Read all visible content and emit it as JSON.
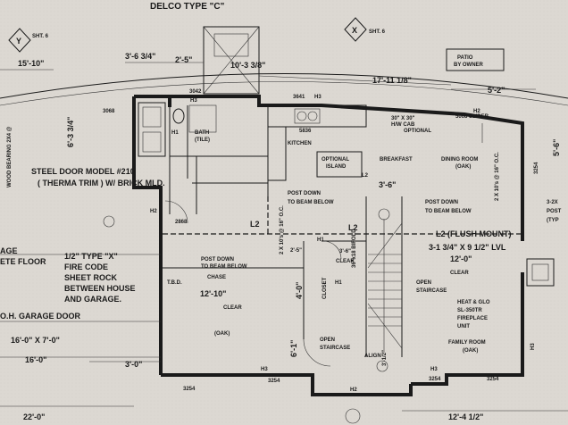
{
  "title_top": "DELCO TYPE \"C\"",
  "sheet_y": {
    "letter": "Y",
    "ref": "SHT. 6"
  },
  "sheet_x": {
    "letter": "X",
    "ref": "SHT. 6"
  },
  "patio": "PATIO\nBY OWNER",
  "dims": {
    "d_15_10": "15'-10\"",
    "d_3_6_3_4": "3'-6 3/4\"",
    "d_2_5": "2'-5\"",
    "d_10_3_3_8": "10'-3 3/8\"",
    "d_17_11_1_8": "17'-11 1/8\"",
    "d_5_2": "5'-2\"",
    "d_6_3_3_4": "6'-3 3/4\"",
    "d_3_6_right": "3'-6\"",
    "d_12_10": "12'-10\"",
    "d_12_0": "12'-0\"",
    "d_2_5_mid": "2'-5\"",
    "d_4_0": "4'-0\"",
    "d_3_6_mid": "3'-6\"",
    "d_6_1": "6'-1\"",
    "d_3_1_2": "3'-1/2\"",
    "d_16_0_x7": "16'-0\" X 7'-0\"",
    "d_16_0": "16'-0\"",
    "d_3_0": "3'-0\"",
    "d_22_0": "22'-0\"",
    "d_12_4_1_2": "12'-4 1/2\"",
    "d_3_2x": "3-2X",
    "d_post": "POST",
    "d_typ": "(TYP"
  },
  "notes": {
    "steel_door": "STEEL DOOR MODEL #210\n( THERMA TRIM ) W/ BRICK MLD.",
    "fire_code": "1/2\" TYPE \"X\"\nFIRE CODE\nSHEET ROCK\nBETWEEN HOUSE\nAND GARAGE.",
    "post_down_left": "POST DOWN\nTO BEAM BELOW",
    "post_down_mid": "POST DOWN\nTO BEAM BELOW",
    "post_down_right": "POST DOWN\nTO BEAM BELOW",
    "l2_flush": "L2 (FLUSH MOUNT)",
    "lvl": "3-1 3/4\" X 9 1/2\" LVL",
    "heat_glo": "HEAT & GLO\nSL-350TR\nFIREPLACE\nUNIT",
    "open_stair_right": "OPEN\nSTAIRCASE",
    "open_stair_bottom": "OPEN\nSTAIRCASE",
    "chase": "CHASE",
    "tbd": "T.B.D.",
    "align": "ALIGN",
    "clear": "CLEAR",
    "garage_door": "O.H. GARAGE DOOR",
    "garage_floor": "ETE FLOOR",
    "garage_age": "AGE",
    "optional_island": "OPTIONAL\nISLAND",
    "wood_text": "WOOD BEARING\n2X4 @",
    "hw_cab": "30\" X 30\"\nH/W CAB",
    "optional": "OPTIONAL",
    "bifold": "36\"x18\nBIFOLD",
    "slider": "5068 SLIDER"
  },
  "rooms": {
    "bath": "BATH\n(TILE)",
    "kitchen": "KITCHEN",
    "breakfast": "BREAKFAST",
    "dining": "DINING ROOM\n(OAK)",
    "family": "FAMILY ROOM\n(OAK)",
    "oak_main": "(OAK)",
    "closet": "CLOSET"
  },
  "codes": {
    "h3_a": "H3",
    "h3_b": "H3",
    "h3_c": "H3",
    "h3_d": "H3",
    "h3_e": "H3",
    "h2_a": "H2",
    "h2_b": "H2",
    "h2_c": "H2",
    "h1_a": "H1",
    "h1_b": "H1",
    "h1_c": "H1",
    "l2_a": "L2",
    "l2_b": "L2",
    "l2_c": "L2",
    "n3042": "3042",
    "n3641": "3641",
    "n5836": "5836",
    "n2868": "2868",
    "n3068": "3068",
    "n3254_a": "3254",
    "n3254_b": "3254",
    "n3254_c": "3254",
    "n3254_d": "3254",
    "n3254_e": "3254",
    "n5068": "5068",
    "w2x10": "2 X 10's @ 16\" O.C."
  }
}
